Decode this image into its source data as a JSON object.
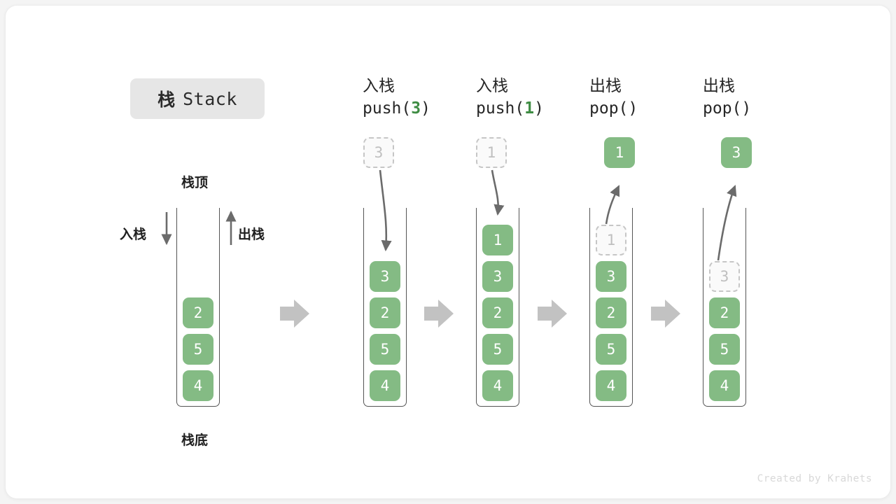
{
  "title": {
    "cn": "栈",
    "en": "Stack"
  },
  "labels": {
    "top": "栈顶",
    "bottom": "栈底",
    "push_side": "入栈",
    "pop_side": "出栈"
  },
  "watermark": "Created by Krahets",
  "colors": {
    "element_green": "#84bb84",
    "accent_green": "#3e8c43",
    "ghost_border": "#c6c6c6",
    "ghost_fill": "#fafafa",
    "container_border": "#555555",
    "flow_arrow": "#c0c0c0",
    "curve_arrow": "#6b6b6b",
    "badge_bg": "#e6e6e6",
    "card_bg": "#ffffff",
    "page_bg": "#f4f4f4"
  },
  "chart_data": {
    "type": "diagram",
    "title": "栈 Stack",
    "description": "Stack push/pop operation sequence diagram",
    "initial_stack_bottom_to_top": [
      "4",
      "5",
      "2"
    ],
    "steps": [
      {
        "id": "initial",
        "op_cn": "",
        "op_code": "",
        "stack_bottom_to_top": [
          "4",
          "5",
          "2"
        ],
        "ghost_in_stack": null,
        "floating_value": null,
        "direction": null
      },
      {
        "id": "push-3",
        "op_cn": "入栈",
        "op_code": "push(3)",
        "op_arg": "3",
        "stack_bottom_to_top": [
          "4",
          "5",
          "2",
          "3"
        ],
        "ghost_floating": "3",
        "direction": "in"
      },
      {
        "id": "push-1",
        "op_cn": "入栈",
        "op_code": "push(1)",
        "op_arg": "1",
        "stack_bottom_to_top": [
          "4",
          "5",
          "2",
          "3",
          "1"
        ],
        "ghost_floating": "1",
        "direction": "in"
      },
      {
        "id": "pop-1",
        "op_cn": "出栈",
        "op_code": "pop()",
        "op_arg": "",
        "stack_bottom_to_top": [
          "4",
          "5",
          "2",
          "3"
        ],
        "ghost_in_stack": "1",
        "popped_value": "1",
        "direction": "out"
      },
      {
        "id": "pop-3",
        "op_cn": "出栈",
        "op_code": "pop()",
        "op_arg": "",
        "stack_bottom_to_top": [
          "4",
          "5",
          "2"
        ],
        "ghost_in_stack": "3",
        "popped_value": "3",
        "direction": "out"
      }
    ]
  },
  "columns": {
    "col0": {
      "cells": [
        "2",
        "5",
        "4"
      ]
    },
    "col1": {
      "head_cn": "入栈",
      "head_code_pre": "push(",
      "head_code_arg": "3",
      "head_code_post": ")",
      "float_ghost": "3",
      "cells": [
        "3",
        "2",
        "5",
        "4"
      ]
    },
    "col2": {
      "head_cn": "入栈",
      "head_code_pre": "push(",
      "head_code_arg": "1",
      "head_code_post": ")",
      "float_ghost": "1",
      "cells": [
        "1",
        "3",
        "2",
        "5",
        "4"
      ]
    },
    "col3": {
      "head_cn": "出栈",
      "head_code_pre": "pop(",
      "head_code_arg": "",
      "head_code_post": ")",
      "float_solid": "1",
      "ghost_cell": "1",
      "cells": [
        "3",
        "2",
        "5",
        "4"
      ]
    },
    "col4": {
      "head_cn": "出栈",
      "head_code_pre": "pop(",
      "head_code_arg": "",
      "head_code_post": ")",
      "float_solid": "3",
      "ghost_cell": "3",
      "cells": [
        "2",
        "5",
        "4"
      ]
    }
  }
}
